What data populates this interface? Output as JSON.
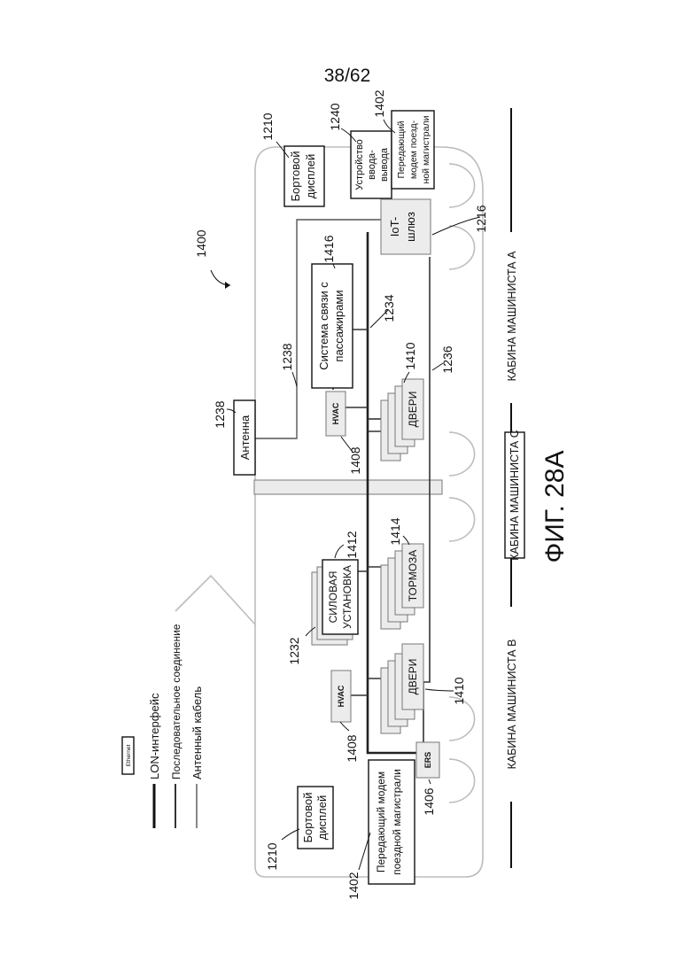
{
  "page_number": "38/62",
  "figure_caption": "ФИГ. 28А",
  "legend": {
    "ethernet": "Ethernet",
    "lon": "LON-интерфейс",
    "serial": "Последовательное соединение",
    "antenna_cable": "Антенный кабель"
  },
  "cabins": {
    "a": "КАБИНА МАШИНИСТА А",
    "b": "КАБИНА МАШИНИСТА В",
    "c": "КАБИНА МАШИНИСТА С"
  },
  "components": {
    "onboard_display_top": {
      "line1": "Бортовой",
      "line2": "дисплей"
    },
    "onboard_display_bottom": {
      "line1": "Бортовой",
      "line2": "дисплей"
    },
    "io_device": {
      "line1": "Устройство",
      "line2": "ввода-",
      "line3": "вывода"
    },
    "modem_top": {
      "line1": "Передающий",
      "line2": "модем поезд-",
      "line3": "ной магистрали"
    },
    "modem_bottom": {
      "line1": "Передающий модем",
      "line2": "поездной магистрали"
    },
    "iot_gateway": {
      "line1": "IoT-",
      "line2": "шлюз"
    },
    "passenger_comm": {
      "line1": "Система связи с",
      "line2": "пассажирами"
    },
    "antenna": "Антенна",
    "hvac_top": "HVAC",
    "hvac_bottom": "HVAC",
    "doors_top": "ДВЕРИ",
    "doors_bottom": "ДВЕРИ",
    "brakes": "ТОРМОЗА",
    "power_unit": {
      "line1": "СИЛОВАЯ",
      "line2": "УСТАНОВКА"
    },
    "ers": "ERS"
  },
  "refs": {
    "r1400": "1400",
    "r1210_top": "1210",
    "r1240": "1240",
    "r1402_top": "1402",
    "r1216": "1216",
    "r1416": "1416",
    "r1234": "1234",
    "r1238_cable": "1238",
    "r1238_antenna": "1238",
    "r1410_top": "1410",
    "r1236": "1236",
    "r1408_top": "1408",
    "r1412": "1412",
    "r1414": "1414",
    "r1232": "1232",
    "r1408_bottom": "1408",
    "r1410_bottom": "1410",
    "r1406": "1406",
    "r1210_bottom": "1210",
    "r1402_bottom": "1402"
  }
}
